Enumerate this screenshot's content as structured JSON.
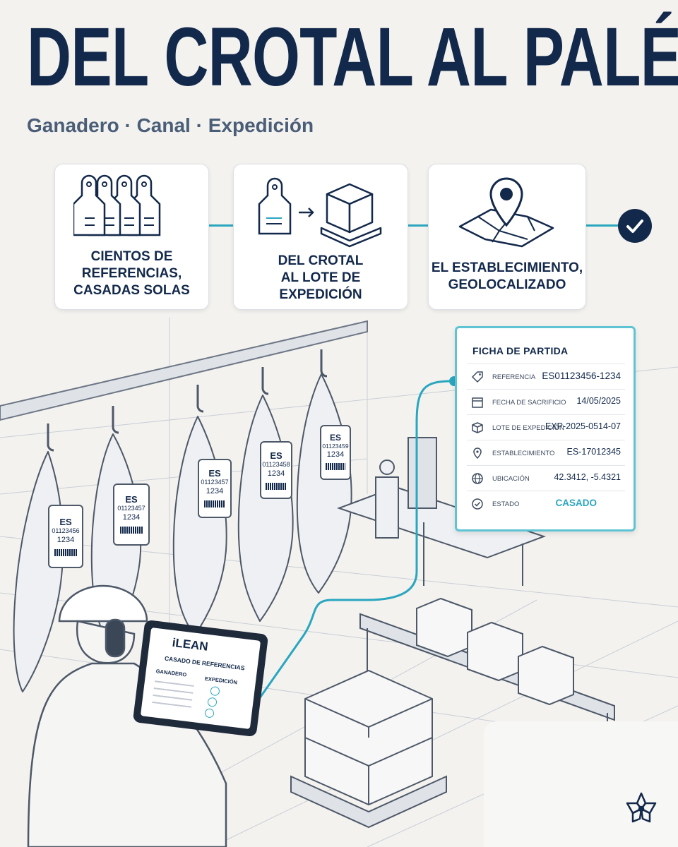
{
  "header": {
    "title": "DEL CROTAL AL PALÉ",
    "subtitle": "Ganadero · Canal · Expedición"
  },
  "steps": [
    {
      "icon": "ear-tags-icon",
      "label": "CIENTOS DE\nREFERENCIAS,\nCASADAS SOLAS"
    },
    {
      "icon": "tag-to-pallet-icon",
      "label": "DEL CROTAL\nAL LOTE DE\nEXPEDICIÓN"
    },
    {
      "icon": "map-pin-icon",
      "label": "EL ESTABLECIMIENTO,\nGEOLOCALIZADO"
    }
  ],
  "carcass_tags": [
    {
      "line1": "ES",
      "line2": "01123456",
      "line3": "1234"
    },
    {
      "line1": "ES",
      "line2": "01123457",
      "line3": "1234"
    },
    {
      "line1": "ES",
      "line2": "01123457",
      "line3": "1234"
    },
    {
      "line1": "ES",
      "line2": "01123458",
      "line3": "1234"
    },
    {
      "line1": "ES",
      "line2": "01123459",
      "line3": "1234"
    }
  ],
  "ficha": {
    "title": "FICHA DE PARTIDA",
    "rows": [
      {
        "icon": "tag-icon",
        "label": "Referencia",
        "value": "ES01123456-1234"
      },
      {
        "icon": "calendar-icon",
        "label": "Fecha de sacrificio",
        "value": "14/05/2025"
      },
      {
        "icon": "box-icon",
        "label": "Lote de expedición",
        "value": "EXP-2025-0514-07"
      },
      {
        "icon": "location-pin-icon",
        "label": "Establecimiento",
        "value": "ES-17012345"
      },
      {
        "icon": "globe-icon",
        "label": "Ubicación",
        "value": "42.3412, -5.4321"
      },
      {
        "icon": "check-circle-icon",
        "label": "Estado",
        "value": "CASADO"
      }
    ]
  },
  "tablet": {
    "brand": "iLEAN",
    "heading": "CASADO DE REFERENCIAS",
    "col1": "GANADERO",
    "col2": "EXPEDICIÓN"
  },
  "colors": {
    "navy": "#13294b",
    "teal": "#2aa6bf",
    "background": "#f3f2ef"
  }
}
